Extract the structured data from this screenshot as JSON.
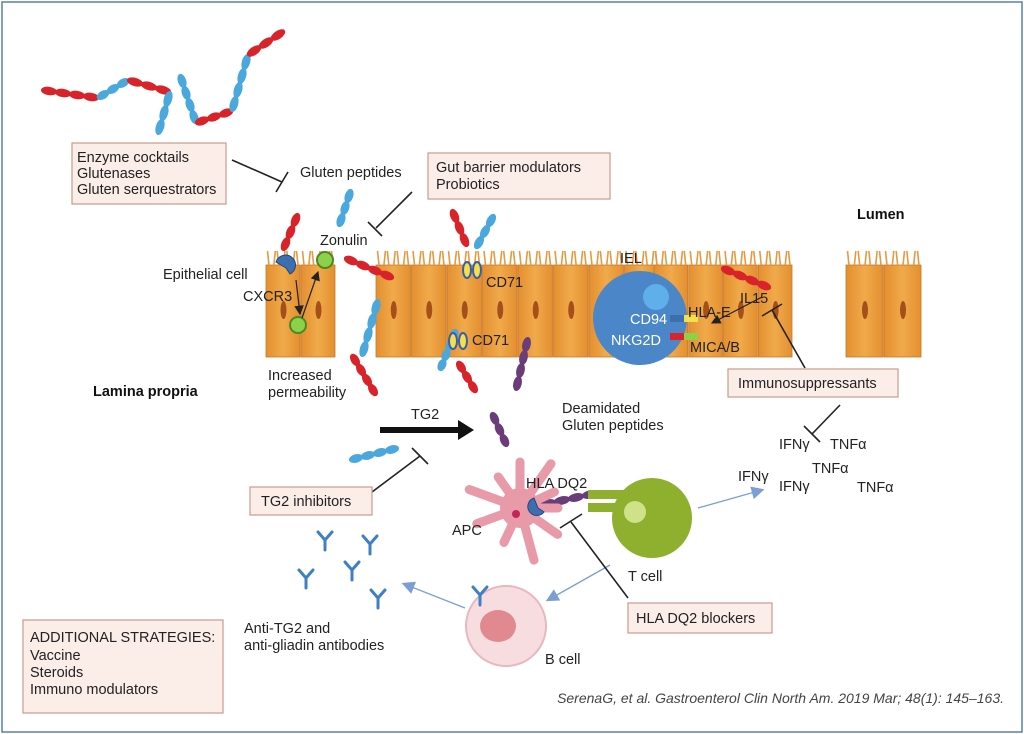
{
  "labels": {
    "gluten_peptides": "Gluten peptides",
    "zonulin": "Zonulin",
    "epithelial_cell": "Epithelial cell",
    "cxcr3": "CXCR3",
    "cd71_top": "CD71",
    "cd71_bottom": "CD71",
    "iel": "IEL",
    "cd94": "CD94",
    "nkg2d": "NKG2D",
    "hla_e": "HLA-E",
    "mica_b": "MICA/B",
    "il15": "IL15",
    "lumen": "Lumen",
    "lamina_propria": "Lamina propria",
    "increased_permeability_1": "Increased",
    "increased_permeability_2": "permeability",
    "tg2": "TG2",
    "deamidated_1": "Deamidated",
    "deamidated_2": "Gluten peptides",
    "hla_dq2": "HLA DQ2",
    "apc": "APC",
    "t_cell": "T cell",
    "b_cell": "B cell",
    "anti_1": "Anti-TG2 and",
    "anti_2": "anti-gliadin antibodies",
    "ifn_1": "IFNγ",
    "tnf_1": "TNFα",
    "tnf_2": "TNFα",
    "ifn_2": "IFNγ",
    "ifn_3": "IFNγ",
    "tnf_3": "TNFα"
  },
  "boxes": {
    "enzyme": [
      "Enzyme cocktails",
      "Glutenases",
      "Gluten serquestrators"
    ],
    "gut_barrier": [
      "Gut barrier modulators",
      "Probiotics"
    ],
    "immunosuppressants": "Immunosuppressants",
    "tg2_inhibitors": "TG2 inhibitors",
    "hla_blockers": "HLA DQ2 blockers",
    "additional": [
      "ADDITIONAL STRATEGIES:",
      "Vaccine",
      "Steroids",
      "Immuno modulators"
    ]
  },
  "citation": "SerenaG, et al. Gastroenterol Clin North Am. 2019 Mar; 48(1): 145–163.",
  "colors": {
    "gluten_red": "#d8232a",
    "gluten_blue": "#4aa8dc",
    "deamidated_purple": "#6a3d7a",
    "cell_orange": "#e9a040",
    "iel_blue": "#4a86c8",
    "t_cell_green": "#8fb02e",
    "apc_pink": "#e89aa8",
    "b_cell_pink": "#f3cfd3",
    "box_fill": "#fbeee8",
    "box_border": "#c79a90",
    "antibody_blue": "#3f7fc4",
    "arrow_blue": "#7b9fd4"
  }
}
